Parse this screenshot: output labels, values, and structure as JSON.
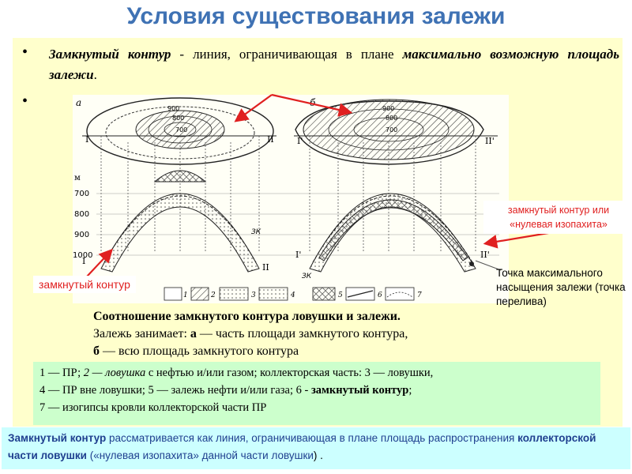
{
  "slide": {
    "title": "Условия существования залежи"
  },
  "bullets": [
    {
      "term": "Замкнутый контур",
      "dash": " - линия, ограничивающая в плане ",
      "emph": "максимально возможную площадь залежи",
      "end": "."
    },
    {
      "text": ""
    }
  ],
  "figure": {
    "panel_a_label": "а",
    "panel_b_label": "б",
    "contours_a": [
      "900",
      "800",
      "700"
    ],
    "contours_b": [
      "900",
      "800",
      "700"
    ],
    "section_markers_a": [
      "I",
      "II"
    ],
    "section_markers_b": [
      "I'",
      "II'"
    ],
    "depth_unit": "м",
    "depth_ticks": [
      "700",
      "800",
      "900",
      "1000"
    ],
    "zk_label": "ЗК",
    "section_ends_a": [
      "I",
      "II"
    ],
    "section_ends_b": [
      "I'",
      "II'"
    ],
    "legend_numbers": [
      "1",
      "2",
      "3",
      "4",
      "5",
      "6",
      "7"
    ]
  },
  "labels": {
    "closed_contour": "замкнутый контур",
    "closed_contour_or_zero_isopach": "замкнутый контур или «нулевая изопахита»",
    "spill_point": "Точка максимального насыщения залежи (точка перелива)"
  },
  "caption": {
    "line1": "Соотношение замкнутого контура ловушки и залежи.",
    "line2_pre": "Залежь занимает: ",
    "line2_a": "а",
    "line2_post": " — часть площади замкнутого контура,",
    "line3_b": "б",
    "line3_post": " — всю площадь замкнутого контура"
  },
  "legend": {
    "line1_a": "1 — ПР;  ",
    "line1_b": "2 — ловушка",
    "line1_c": "  с  нефтью  и/или  газом; коллекторская  часть: 3 — ловушки,",
    "line2_a": " 4 — ПР вне ловушки; 5 — залежь нефти  и/или  газа; 6 -  ",
    "line2_b": "замкнутый контур",
    "line2_c": ";",
    "line3": "7 — изогипсы   кровли   коллекторской   части   ПР"
  },
  "bottom_note": {
    "part1": "Замкнутый контур",
    "part2": " рассматривается как линия, ограничивающая в плане площадь распространения ",
    "part3": "коллекторской части ловушки",
    "part4": " («нулевая изопахита» данной части ловушки",
    "part5": ") ."
  },
  "colors": {
    "title": "#3f72b4",
    "panel": "#ffffcc",
    "legend_bg": "#ccffcc",
    "note_bg": "#ccffff",
    "label_red": "#e02020",
    "arrow_red": "#e02020"
  }
}
